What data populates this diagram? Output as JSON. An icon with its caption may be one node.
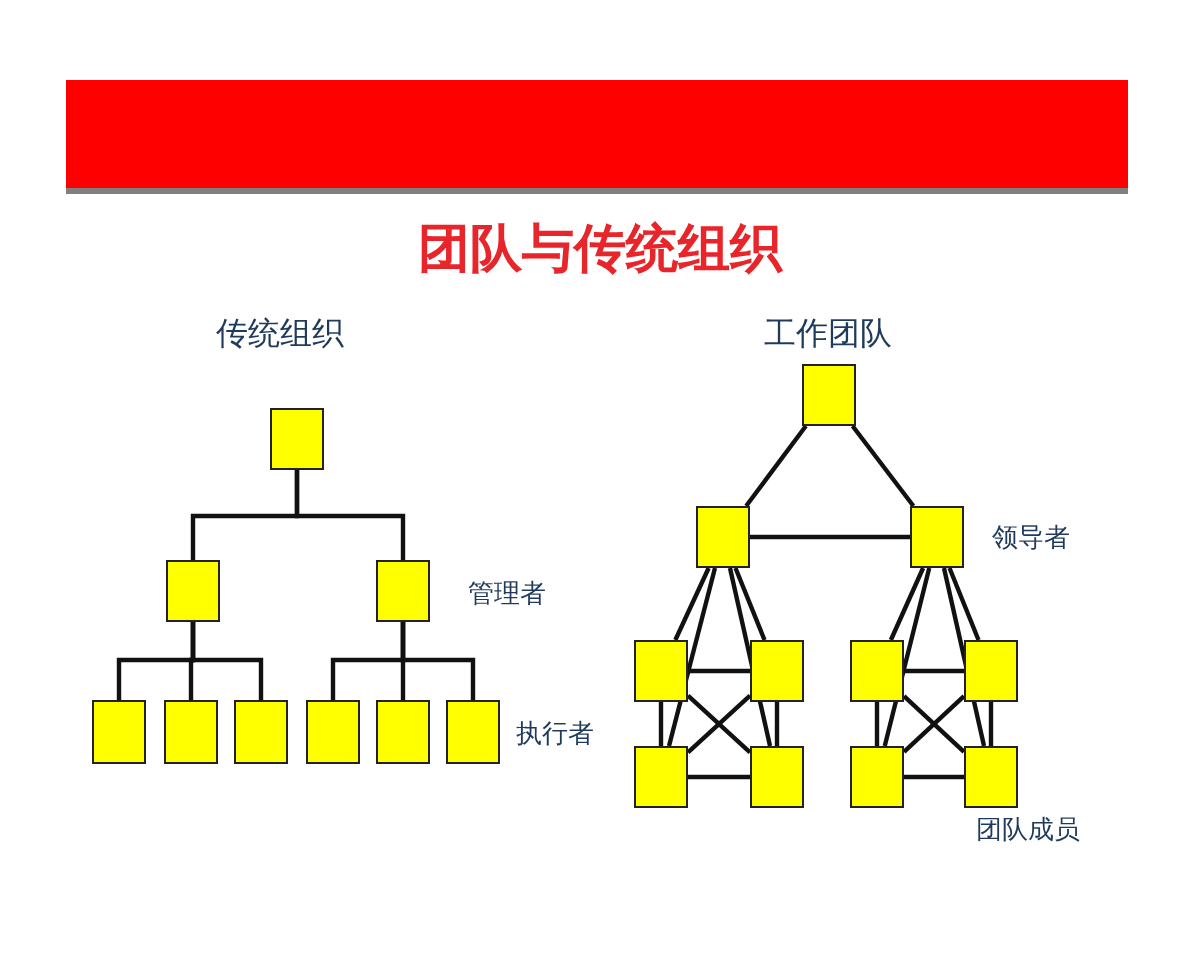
{
  "diagram": {
    "title": "团队与传统组织",
    "nodes": [
      {
        "text": [],
        "shape": "box"
      },
      {
        "text": [],
        "shape": "box"
      },
      {
        "text": [],
        "shape": "box"
      },
      {
        "text": [],
        "shape": "box"
      },
      {
        "text": [],
        "shape": "box"
      },
      {
        "text": [],
        "shape": "box"
      },
      {
        "text": [],
        "shape": "box"
      },
      {
        "text": [],
        "shape": "box"
      },
      {
        "text": [],
        "shape": "box"
      },
      {
        "text": [],
        "shape": "box"
      },
      {
        "text": [],
        "shape": "box"
      },
      {
        "text": [],
        "shape": "box"
      },
      {
        "text": [],
        "shape": "box"
      },
      {
        "text": [],
        "shape": "box"
      },
      {
        "text": [],
        "shape": "box"
      },
      {
        "text": [],
        "shape": "box"
      },
      {
        "text": [],
        "shape": "box"
      },
      {
        "text": [],
        "shape": "box"
      },
      {
        "text": [],
        "shape": "box"
      },
      {
        "text": [],
        "shape": "box"
      },
      {
        "text": [],
        "shape": "bar"
      }
    ],
    "edges": [
      {
        "from": 0,
        "to": 1,
        "arrow": "none"
      },
      {
        "from": 0,
        "to": 2,
        "arrow": "none"
      },
      {
        "from": 1,
        "to": 3,
        "arrow": "none"
      },
      {
        "from": 1,
        "to": 4,
        "arrow": "none"
      },
      {
        "from": 1,
        "to": 5,
        "arrow": "none"
      },
      {
        "from": 2,
        "to": 6,
        "arrow": "none"
      },
      {
        "from": 2,
        "to": 7,
        "arrow": "none"
      },
      {
        "from": 2,
        "to": 8,
        "arrow": "none"
      },
      {
        "from": 9,
        "to": 10,
        "arrow": "none"
      },
      {
        "from": 9,
        "to": 11,
        "arrow": "none"
      },
      {
        "from": 10,
        "to": 11,
        "arrow": "none"
      },
      {
        "from": 10,
        "to": 12,
        "arrow": "none"
      },
      {
        "from": 10,
        "to": 13,
        "arrow": "none"
      },
      {
        "from": 10,
        "to": 14,
        "arrow": "none"
      },
      {
        "from": 10,
        "to": 15,
        "arrow": "none"
      },
      {
        "from": 12,
        "to": 13,
        "arrow": "none"
      },
      {
        "from": 12,
        "to": 14,
        "arrow": "none"
      },
      {
        "from": 13,
        "to": 15,
        "arrow": "none"
      },
      {
        "from": 14,
        "to": 15,
        "arrow": "none"
      },
      {
        "from": 12,
        "to": 15,
        "arrow": "none"
      },
      {
        "from": 13,
        "to": 14,
        "arrow": "none"
      },
      {
        "from": 11,
        "to": 16,
        "arrow": "none"
      },
      {
        "from": 11,
        "to": 17,
        "arrow": "none"
      },
      {
        "from": 11,
        "to": 18,
        "arrow": "none"
      },
      {
        "from": 11,
        "to": 19,
        "arrow": "none"
      },
      {
        "from": 16,
        "to": 17,
        "arrow": "none"
      },
      {
        "from": 16,
        "to": 18,
        "arrow": "none"
      },
      {
        "from": 17,
        "to": 19,
        "arrow": "none"
      },
      {
        "from": 18,
        "to": 19,
        "arrow": "none"
      },
      {
        "from": 16,
        "to": 19,
        "arrow": "none"
      },
      {
        "from": 17,
        "to": 18,
        "arrow": "none"
      }
    ],
    "labels": [
      "传统组织",
      "工作团队",
      "管理者",
      "领导者",
      "执行者",
      "团队成员"
    ]
  }
}
